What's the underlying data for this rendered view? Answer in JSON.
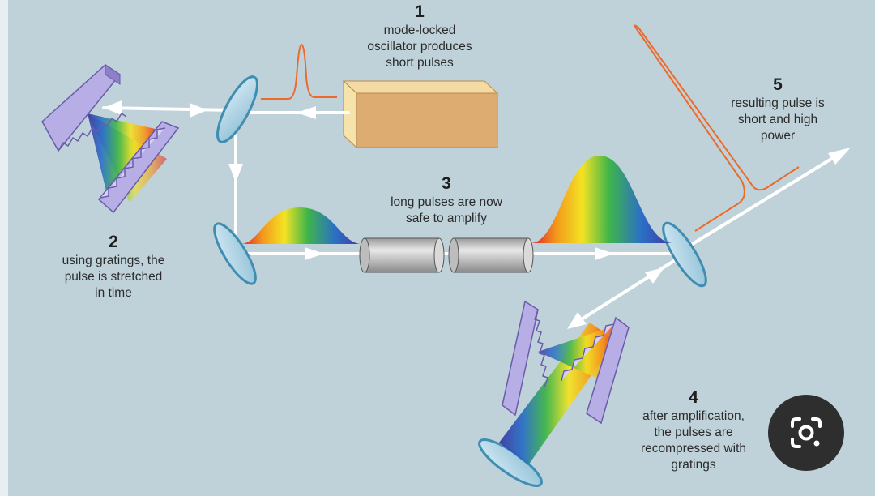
{
  "colors": {
    "background": "#bfd2d9",
    "beam": "#ffffff",
    "pulse_outline": "#ec6a2c",
    "oscillator_front": "#dcac70",
    "oscillator_top": "#f3dba3",
    "oscillator_side": "#f6e3ac",
    "grating": "#b8aee6",
    "grating_edge": "#6a5ca8",
    "mirror": "#a9d0e3",
    "mirror_edge": "#3f8db0",
    "tube": "#c7c7c7",
    "lens_button": "#2e2e2e"
  },
  "steps": [
    {
      "number": "1",
      "text": "mode-locked\noscillator produces\nshort pulses"
    },
    {
      "number": "2",
      "text": "using gratings, the\npulse is stretched\nin time"
    },
    {
      "number": "3",
      "text": "long pulses are now\nsafe to amplify"
    },
    {
      "number": "4",
      "text": "after amplification,\nthe pulses are\nrecompressed with\ngratings"
    },
    {
      "number": "5",
      "text": "resulting pulse is\nshort and high\npower"
    }
  ],
  "icons": {
    "lens_button": "google-lens-camera-icon"
  }
}
